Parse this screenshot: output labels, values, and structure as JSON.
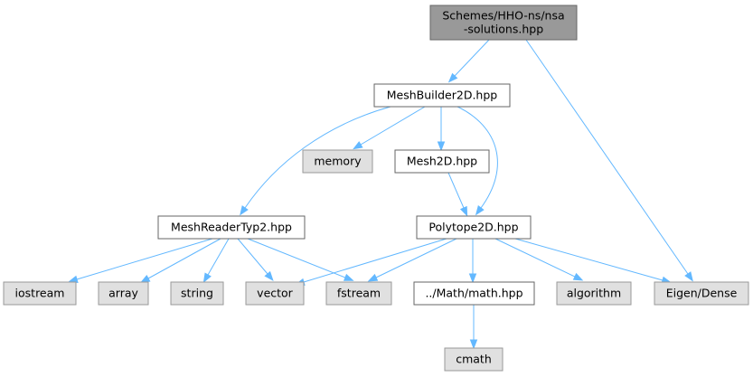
{
  "colors": {
    "root_fill": "#999999",
    "root_stroke": "#666666",
    "file_fill": "#ffffff",
    "file_stroke": "#666666",
    "system_fill": "#e0e0e0",
    "system_stroke": "#999999",
    "edge": "#63b8ff"
  },
  "nodes": {
    "root": {
      "lines": [
        "Schemes/HHO-ns/nsa",
        "-solutions.hpp"
      ],
      "kind": "root"
    },
    "meshbuilder2d": {
      "lines": [
        "MeshBuilder2D.hpp"
      ],
      "kind": "file"
    },
    "memory": {
      "lines": [
        "memory"
      ],
      "kind": "system"
    },
    "mesh2d": {
      "lines": [
        "Mesh2D.hpp"
      ],
      "kind": "file"
    },
    "meshreadertyp2": {
      "lines": [
        "MeshReaderTyp2.hpp"
      ],
      "kind": "file"
    },
    "polytope2d": {
      "lines": [
        "Polytope2D.hpp"
      ],
      "kind": "file"
    },
    "iostream": {
      "lines": [
        "iostream"
      ],
      "kind": "system"
    },
    "array": {
      "lines": [
        "array"
      ],
      "kind": "system"
    },
    "string": {
      "lines": [
        "string"
      ],
      "kind": "system"
    },
    "vector": {
      "lines": [
        "vector"
      ],
      "kind": "system"
    },
    "fstream": {
      "lines": [
        "fstream"
      ],
      "kind": "system"
    },
    "mathhpp": {
      "lines": [
        "../Math/math.hpp"
      ],
      "kind": "file"
    },
    "algorithm": {
      "lines": [
        "algorithm"
      ],
      "kind": "system"
    },
    "eigendense": {
      "lines": [
        "Eigen/Dense"
      ],
      "kind": "system"
    },
    "cmath": {
      "lines": [
        "cmath"
      ],
      "kind": "system"
    }
  },
  "edges": [
    [
      "root",
      "meshbuilder2d"
    ],
    [
      "root",
      "eigendense"
    ],
    [
      "meshbuilder2d",
      "memory"
    ],
    [
      "meshbuilder2d",
      "mesh2d"
    ],
    [
      "meshbuilder2d",
      "meshreadertyp2"
    ],
    [
      "meshbuilder2d",
      "polytope2d"
    ],
    [
      "mesh2d",
      "polytope2d"
    ],
    [
      "meshreadertyp2",
      "iostream"
    ],
    [
      "meshreadertyp2",
      "array"
    ],
    [
      "meshreadertyp2",
      "string"
    ],
    [
      "meshreadertyp2",
      "vector"
    ],
    [
      "meshreadertyp2",
      "fstream"
    ],
    [
      "polytope2d",
      "vector"
    ],
    [
      "polytope2d",
      "fstream"
    ],
    [
      "polytope2d",
      "mathhpp"
    ],
    [
      "polytope2d",
      "algorithm"
    ],
    [
      "polytope2d",
      "eigendense"
    ],
    [
      "mathhpp",
      "cmath"
    ]
  ]
}
